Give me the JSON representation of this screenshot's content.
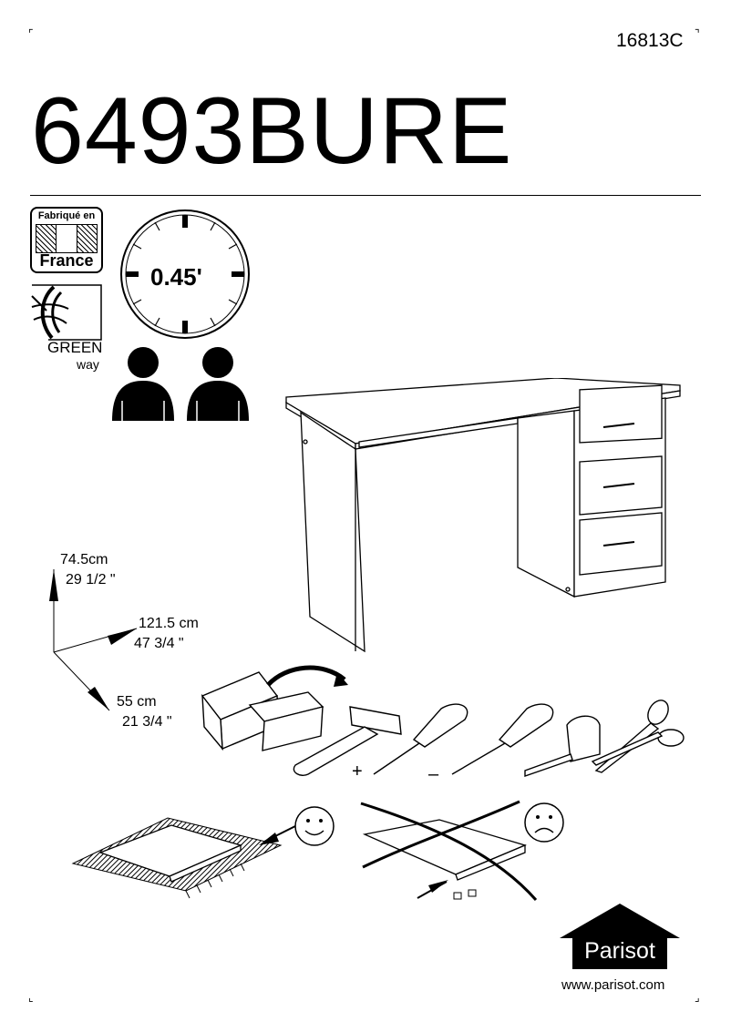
{
  "header": {
    "reference": "16813C",
    "product_code": "6493BURE"
  },
  "badges": {
    "made_in_top": "Fabriqué en",
    "made_in_country": "France",
    "green_line1": "GREEN",
    "green_line2": "way"
  },
  "assembly": {
    "time": "0.45'",
    "persons": 2
  },
  "dimensions": {
    "height_metric": "74.5cm",
    "height_imperial": "29 1/2 \"",
    "width_metric": "121.5 cm",
    "width_imperial": "47 3/4 \"",
    "depth_metric": "55 cm",
    "depth_imperial": "21 3/4 \""
  },
  "tools": [
    {
      "icon": "toolbox-icon"
    },
    {
      "icon": "hammer-icon"
    },
    {
      "icon": "phillips-screwdriver-icon",
      "sign": "+"
    },
    {
      "icon": "flat-screwdriver-icon",
      "sign": "–"
    },
    {
      "icon": "tape-measure-icon"
    },
    {
      "icon": "scissors-icon"
    }
  ],
  "footer": {
    "brand": "Parisot",
    "website": "www.parisot.com"
  }
}
